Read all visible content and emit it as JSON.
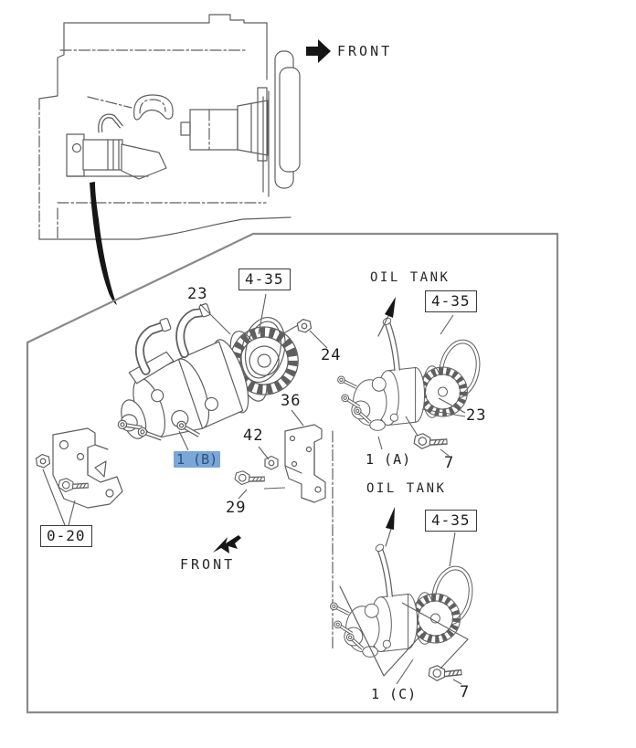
{
  "colors": {
    "line": "#5f5f5f",
    "frame_border": "#8a8a8a",
    "text": "#1d1d1d",
    "highlight_bg": "#7aa6d8",
    "highlight_text": "#2d4f79"
  },
  "direction_labels": {
    "front_top": "FRONT",
    "front_bottom": "FRONT"
  },
  "annotations": {
    "oil_tank_upper": "OIL TANK",
    "oil_tank_lower": "OIL TANK"
  },
  "section_refs": {
    "gear_left": "4-35",
    "gear_right_upper": "4-35",
    "gear_right_lower": "4-35",
    "mount_bracket": "0-20"
  },
  "callouts": {
    "c23_left": "23",
    "c24": "24",
    "c36": "36",
    "c42": "42",
    "c29": "29",
    "c23_right": "23",
    "c7_right": "7",
    "c7_bottom": "7",
    "c1a": "1 (A)",
    "c1c": "1 (C)"
  },
  "selected_part": {
    "label": "1 (B)"
  }
}
